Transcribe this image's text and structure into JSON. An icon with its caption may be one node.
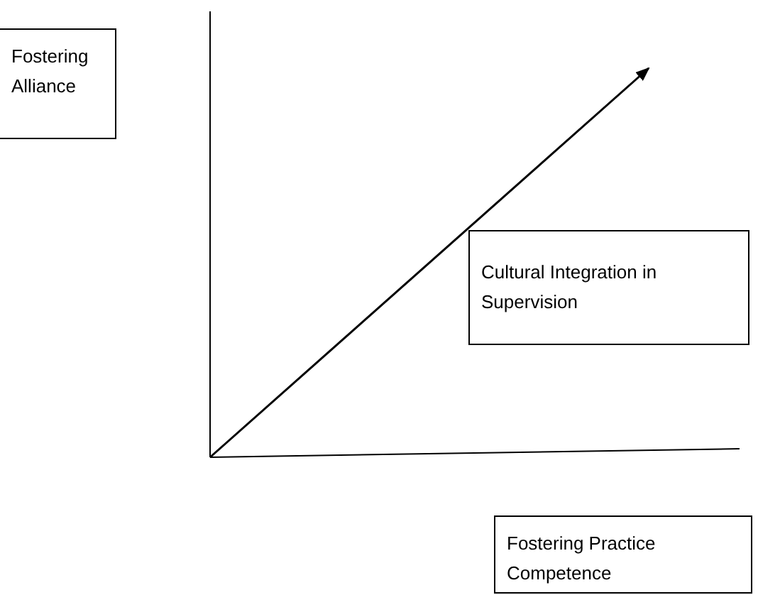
{
  "diagram": {
    "nodes": [
      {
        "text": [
          "Fostering Alliance"
        ]
      },
      {
        "text": [
          "Cultural Integration in Supervision"
        ]
      },
      {
        "text": [
          "Fostering Practice Competence"
        ]
      }
    ]
  }
}
